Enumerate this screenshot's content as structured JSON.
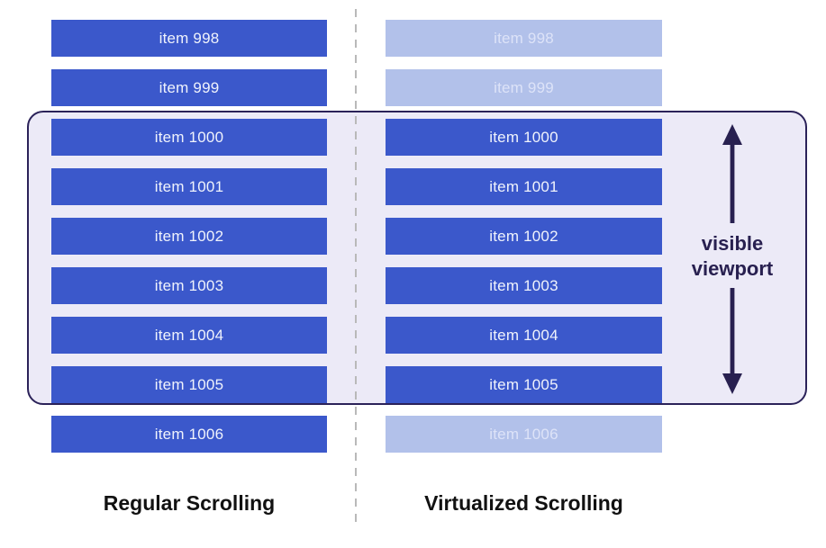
{
  "diagram": {
    "left_column": {
      "label": "Regular Scrolling",
      "items": [
        {
          "text": "item 998",
          "faded": false
        },
        {
          "text": "item 999",
          "faded": false
        },
        {
          "text": "item 1000",
          "faded": false
        },
        {
          "text": "item 1001",
          "faded": false
        },
        {
          "text": "item 1002",
          "faded": false
        },
        {
          "text": "item 1003",
          "faded": false
        },
        {
          "text": "item 1004",
          "faded": false
        },
        {
          "text": "item 1005",
          "faded": false
        },
        {
          "text": "item 1006",
          "faded": false
        }
      ]
    },
    "right_column": {
      "label": "Virtualized Scrolling",
      "items": [
        {
          "text": "item 998",
          "faded": true
        },
        {
          "text": "item 999",
          "faded": true
        },
        {
          "text": "item 1000",
          "faded": false
        },
        {
          "text": "item 1001",
          "faded": false
        },
        {
          "text": "item 1002",
          "faded": false
        },
        {
          "text": "item 1003",
          "faded": false
        },
        {
          "text": "item 1004",
          "faded": false
        },
        {
          "text": "item 1005",
          "faded": false
        },
        {
          "text": "item 1006",
          "faded": true
        }
      ]
    },
    "viewport_label": {
      "line1": "visible",
      "line2": "viewport"
    },
    "colors": {
      "bar_solid": "#3b58cb",
      "bar_faded": "#b2c1ea",
      "bar_text_solid": "#f0f3fc",
      "bar_text_faded": "#dde3f8",
      "viewport_fill": "#eceaf7",
      "viewport_border": "#2b2259",
      "arrow": "#282050",
      "divider": "#b9b9b9",
      "column_label_text": "#111111"
    }
  }
}
